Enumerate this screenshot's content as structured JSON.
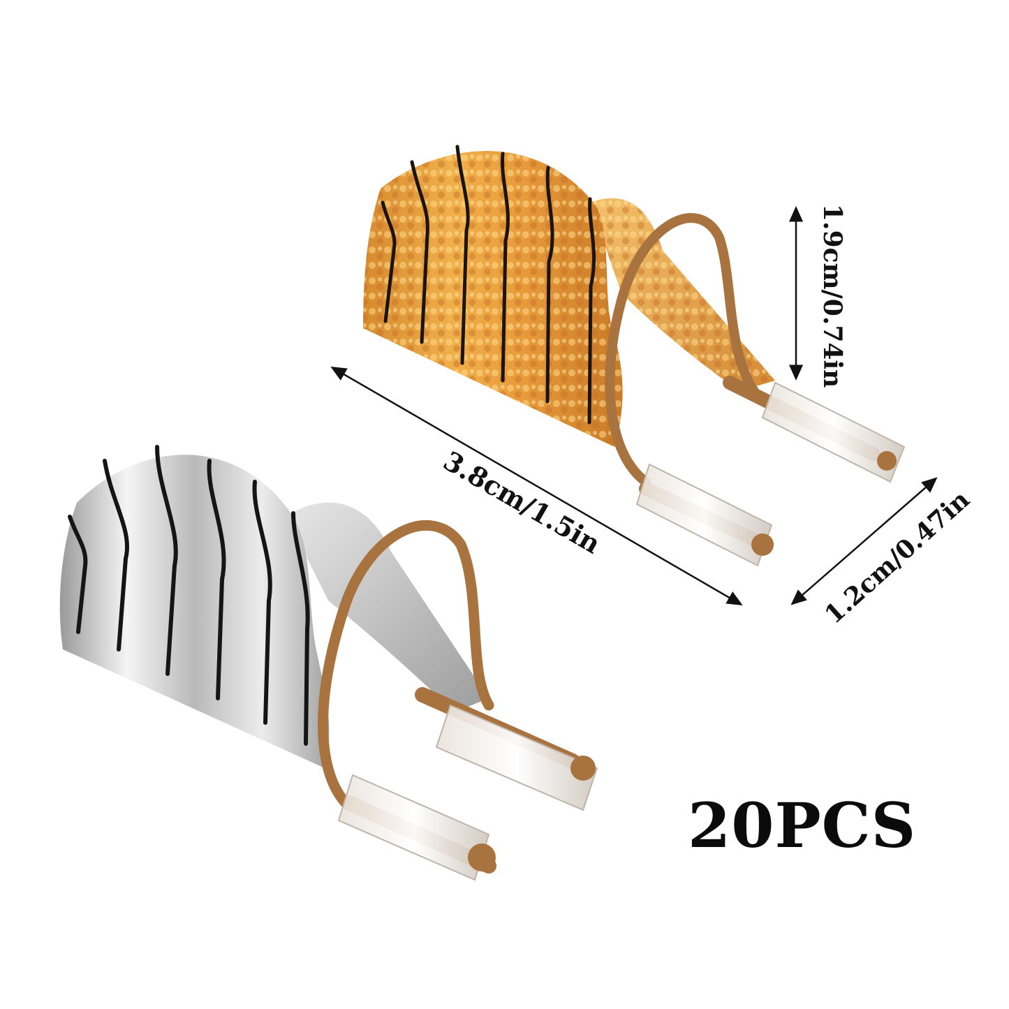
{
  "product": {
    "gold_form": {
      "color": "gold holographic",
      "stripe_color": "#1a1a1a"
    },
    "silver_form": {
      "color": "silver",
      "stripe_color": "#1a1a1a"
    },
    "wire_color": "#a8733f"
  },
  "dimensions": {
    "height": "1.9cm/0.74in",
    "length": "3.8cm/1.5in",
    "width": "1.2cm/0.47in"
  },
  "quantity_label": "20PCS"
}
